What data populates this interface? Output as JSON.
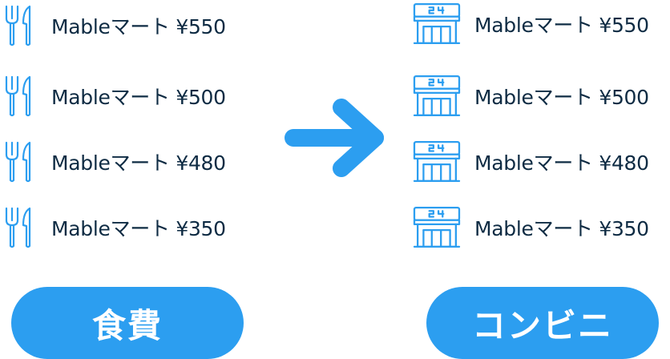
{
  "colors": {
    "accent": "#2c9ef0",
    "text": "#0e2b43",
    "pill_text": "#ffffff"
  },
  "left_column": {
    "icon": "fork-knife-icon",
    "items": [
      {
        "label": "Mableマート ¥550"
      },
      {
        "label": "Mableマート ¥500"
      },
      {
        "label": "Mableマート ¥480"
      },
      {
        "label": "Mableマート ¥350"
      }
    ],
    "category_label": "食費"
  },
  "right_column": {
    "icon": "convenience-store-24-icon",
    "store_sign_text": "24",
    "items": [
      {
        "label": "Mableマート ¥550"
      },
      {
        "label": "Mableマート ¥500"
      },
      {
        "label": "Mableマート ¥480"
      },
      {
        "label": "Mableマート ¥350"
      }
    ],
    "category_label": "コンビニ"
  },
  "arrow_icon": "arrow-right-icon"
}
